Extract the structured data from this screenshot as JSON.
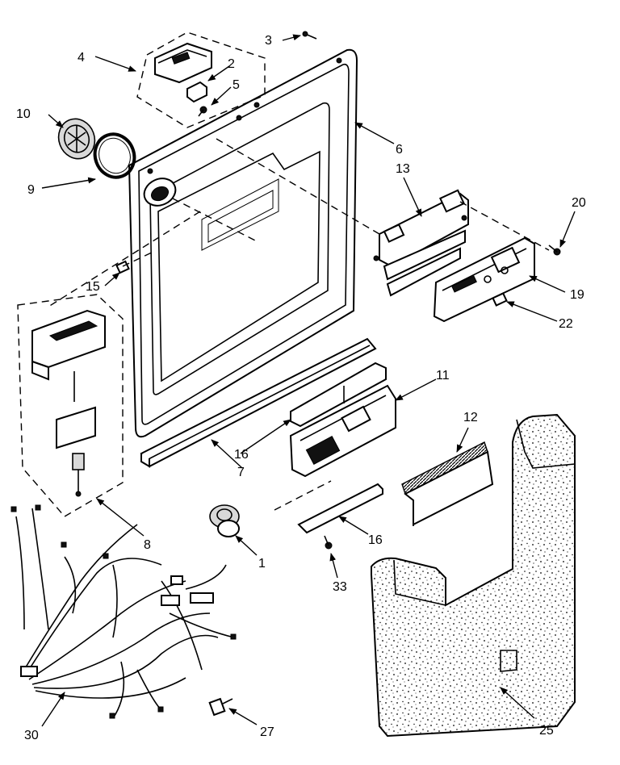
{
  "callouts": [
    {
      "id": "c1",
      "label": "1"
    },
    {
      "id": "c2",
      "label": "2"
    },
    {
      "id": "c3",
      "label": "3"
    },
    {
      "id": "c4",
      "label": "4"
    },
    {
      "id": "c5",
      "label": "5"
    },
    {
      "id": "c6",
      "label": "6"
    },
    {
      "id": "c7",
      "label": "7"
    },
    {
      "id": "c8",
      "label": "8"
    },
    {
      "id": "c9",
      "label": "9"
    },
    {
      "id": "c10",
      "label": "10"
    },
    {
      "id": "c11",
      "label": "11"
    },
    {
      "id": "c12",
      "label": "12"
    },
    {
      "id": "c13",
      "label": "13"
    },
    {
      "id": "c15",
      "label": "15"
    },
    {
      "id": "c16a",
      "label": "16"
    },
    {
      "id": "c16b",
      "label": "16"
    },
    {
      "id": "c19",
      "label": "19"
    },
    {
      "id": "c20",
      "label": "20"
    },
    {
      "id": "c22",
      "label": "22"
    },
    {
      "id": "c25",
      "label": "25"
    },
    {
      "id": "c27",
      "label": "27"
    },
    {
      "id": "c30",
      "label": "30"
    },
    {
      "id": "c33",
      "label": "33"
    }
  ]
}
